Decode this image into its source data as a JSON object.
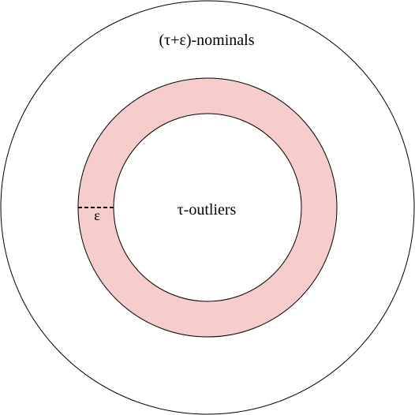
{
  "regions": {
    "outer": {
      "label": "(τ+ε)-nominals"
    },
    "inner": {
      "label": "τ-outliers"
    },
    "margin": {
      "label": "ε"
    }
  },
  "colors": {
    "band_fill": "#f7cdcc",
    "stroke": "#000000",
    "background": "#ffffff"
  }
}
